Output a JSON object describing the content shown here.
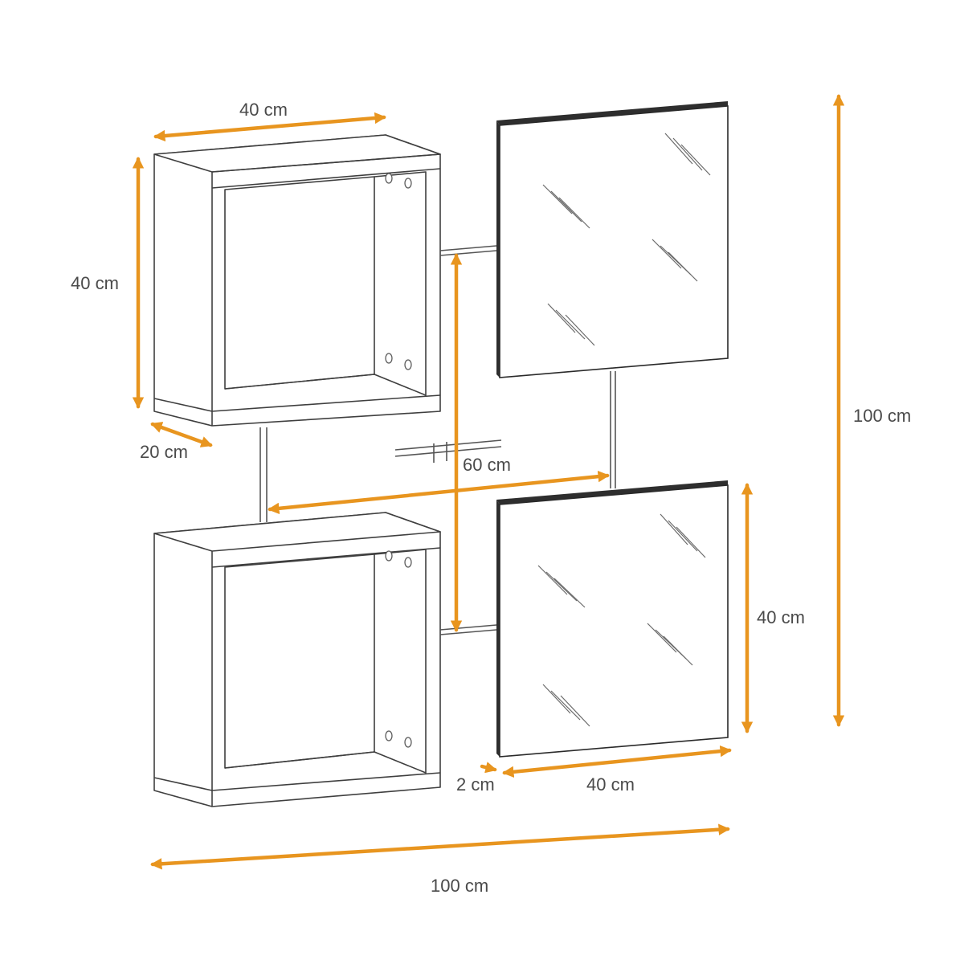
{
  "diagram": {
    "accent_color": "#e8951f",
    "line_color": "#3f3f3f",
    "dimensions": {
      "cube_width": "40 cm",
      "cube_height": "40 cm",
      "cube_depth": "20 cm",
      "center_distance": "60 cm",
      "total_height": "100 cm",
      "mirror_height": "40 cm",
      "mirror_width": "40 cm",
      "mirror_thickness": "2 cm",
      "total_width": "100 cm"
    }
  }
}
